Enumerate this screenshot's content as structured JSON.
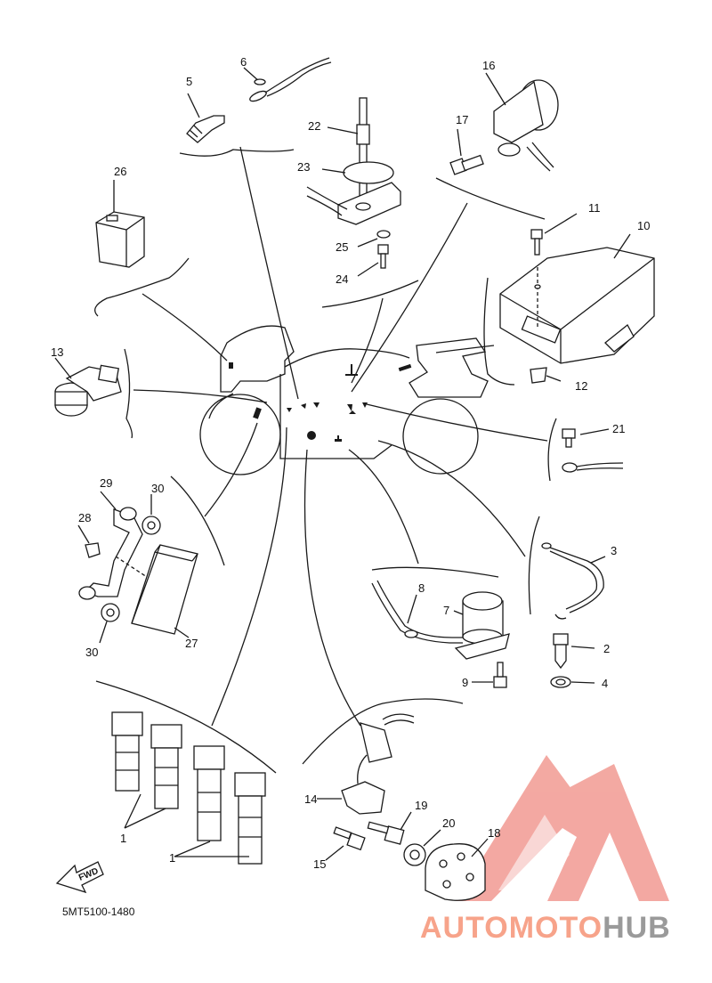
{
  "diagram": {
    "part_numbers": [
      "1",
      "1",
      "2",
      "3",
      "4",
      "5",
      "6",
      "7",
      "8",
      "9",
      "10",
      "11",
      "12",
      "13",
      "14",
      "15",
      "16",
      "17",
      "18",
      "19",
      "20",
      "21",
      "22",
      "23",
      "24",
      "25",
      "26",
      "27",
      "28",
      "29",
      "30",
      "30"
    ],
    "fwd_label": "FWD",
    "catalog_code": "5MT5100-1480"
  },
  "watermark": {
    "prefix": "AUTOMOTO",
    "suffix": "HUB",
    "prefix_color": "#f7a38a",
    "suffix_color": "#9a9a9a",
    "logo_color": "#f08d85"
  }
}
